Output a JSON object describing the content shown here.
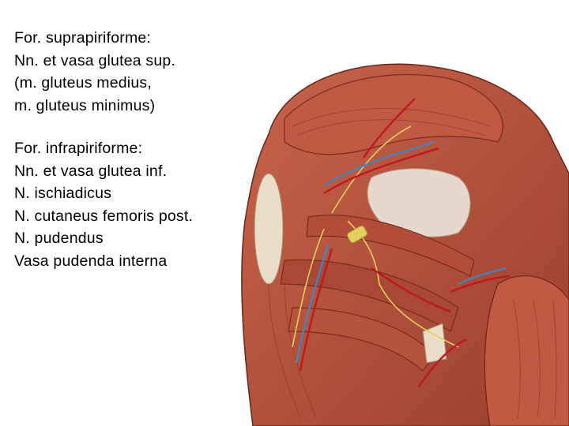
{
  "slide": {
    "suprapiriforme": {
      "lines": [
        "For. suprapiriforme:",
        "Nn. et vasa glutea sup.",
        "(m. gluteus medius,",
        "m. gluteus minimus)"
      ]
    },
    "infrapiriforme": {
      "lines": [
        "For. infrapiriforme:",
        "Nn. et vasa glutea inf.",
        "N. ischiadicus",
        "N. cutaneus femoris post.",
        "N. pudendus",
        "Vasa pudenda interna"
      ]
    }
  },
  "colors": {
    "muscle": "#b8553f",
    "muscle_dark": "#7a2a1e",
    "artery": "#c0181f",
    "vein": "#3f86c4",
    "nerve": "#e8d46a",
    "fascia": "#e9ddd2"
  }
}
